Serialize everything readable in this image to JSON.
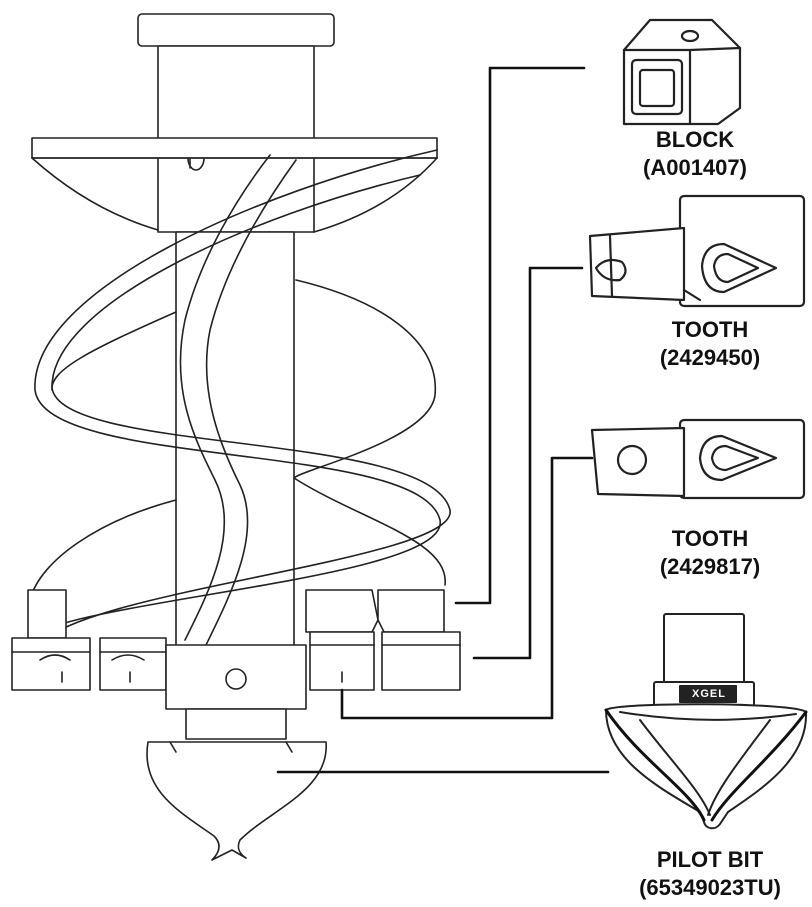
{
  "parts": [
    {
      "name": "BLOCK",
      "code": "(A001407)"
    },
    {
      "name": "TOOTH",
      "code": "(2429450)"
    },
    {
      "name": "TOOTH",
      "code": "(2429817)"
    },
    {
      "name": "PILOT BIT",
      "code": "(65349023TU)"
    }
  ],
  "pilot_bit_marking": "XGEL"
}
